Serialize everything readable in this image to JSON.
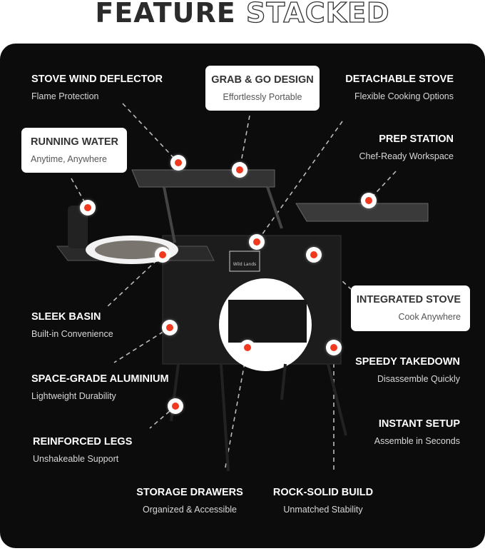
{
  "title": {
    "solid": "FEATURE",
    "outline": "STACKED"
  },
  "brand_logo": "Wild Lands",
  "features": [
    {
      "id": "stove-wind-deflector",
      "title": "STOVE WIND DEFLECTOR",
      "subtitle": "Flame Protection"
    },
    {
      "id": "grab-and-go-design",
      "title": "GRAB & GO DESIGN",
      "subtitle": "Effortlessly Portable"
    },
    {
      "id": "detachable-stove",
      "title": "DETACHABLE STOVE",
      "subtitle": "Flexible Cooking Options"
    },
    {
      "id": "running-water",
      "title": "RUNNING WATER",
      "subtitle": "Anytime, Anywhere"
    },
    {
      "id": "prep-station",
      "title": "PREP STATION",
      "subtitle": "Chef-Ready Workspace"
    },
    {
      "id": "integrated-stove",
      "title": "INTEGRATED STOVE",
      "subtitle": "Cook Anywhere"
    },
    {
      "id": "sleek-basin",
      "title": "SLEEK BASIN",
      "subtitle": "Built-in Convenience"
    },
    {
      "id": "speedy-takedown",
      "title": "SPEEDY TAKEDOWN",
      "subtitle": "Disassemble Quickly"
    },
    {
      "id": "space-grade-aluminium",
      "title": "SPACE-GRADE ALUMINIUM",
      "subtitle": "Lightweight Durability"
    },
    {
      "id": "instant-setup",
      "title": "INSTANT SETUP",
      "subtitle": "Assemble in Seconds"
    },
    {
      "id": "reinforced-legs",
      "title": "REINFORCED LEGS",
      "subtitle": "Unshakeable Support"
    },
    {
      "id": "storage-drawers",
      "title": "STORAGE DRAWERS",
      "subtitle": "Organized & Accessible"
    },
    {
      "id": "rock-solid-build",
      "title": "ROCK-SOLID BUILD",
      "subtitle": "Unmatched Stability"
    }
  ],
  "colors": {
    "hotspot": "#f0391f",
    "panel": "#0c0c0c",
    "highlight_box": "#ffffff"
  }
}
